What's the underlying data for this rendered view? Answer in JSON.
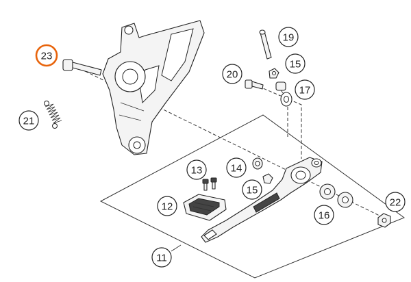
{
  "callouts": {
    "c11": "11",
    "c12": "12",
    "c13": "13",
    "c14": "14",
    "c15a": "15",
    "c15b": "15",
    "c16": "16",
    "c17": "17",
    "c19": "19",
    "c20": "20",
    "c21": "21",
    "c22": "22",
    "c23": "23"
  },
  "colors": {
    "highlight": "#e8640c",
    "line": "#222222"
  }
}
